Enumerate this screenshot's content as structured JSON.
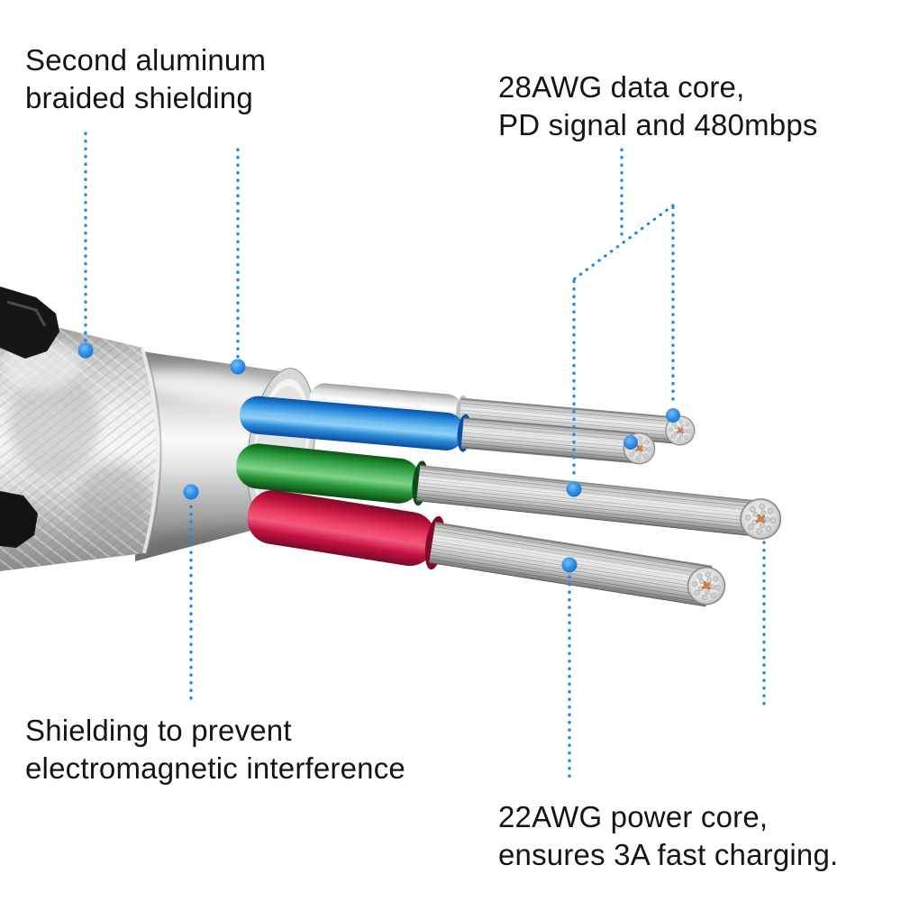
{
  "page": {
    "background": "#ffffff"
  },
  "colors": {
    "accent": "#1e88e5",
    "text": "#141414",
    "wire_blue": "#1e7fd6",
    "wire_green": "#1f8c2f",
    "wire_red": "#d0123f",
    "wire_white": "#f2f2f2",
    "shield_silver": "#cfcfcf",
    "braid_gray": "#c8c8c8",
    "copper": "#c8804f"
  },
  "labels": {
    "braided_shielding": {
      "line1": "Second aluminum",
      "line2": "braided shielding"
    },
    "data_core": {
      "line1": "28AWG data core,",
      "line2": "PD signal and 480mbps"
    },
    "emi_shielding": {
      "line1": "Shielding to prevent",
      "line2": "electromagnetic interference"
    },
    "power_core": {
      "line1": "22AWG power core,",
      "line2": "ensures 3A fast charging."
    }
  }
}
